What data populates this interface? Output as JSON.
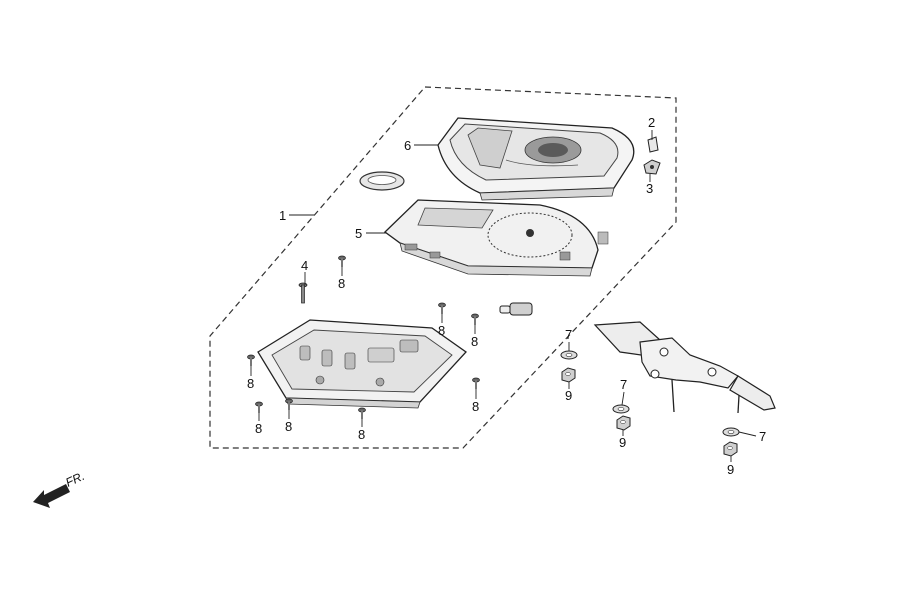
{
  "diagram": {
    "callouts": {
      "c1": "1",
      "c2": "2",
      "c3": "3",
      "c4": "4",
      "c5": "5",
      "c6": "6",
      "c7": "7",
      "c8": "8",
      "c9": "9"
    },
    "front_indicator": "FR."
  }
}
